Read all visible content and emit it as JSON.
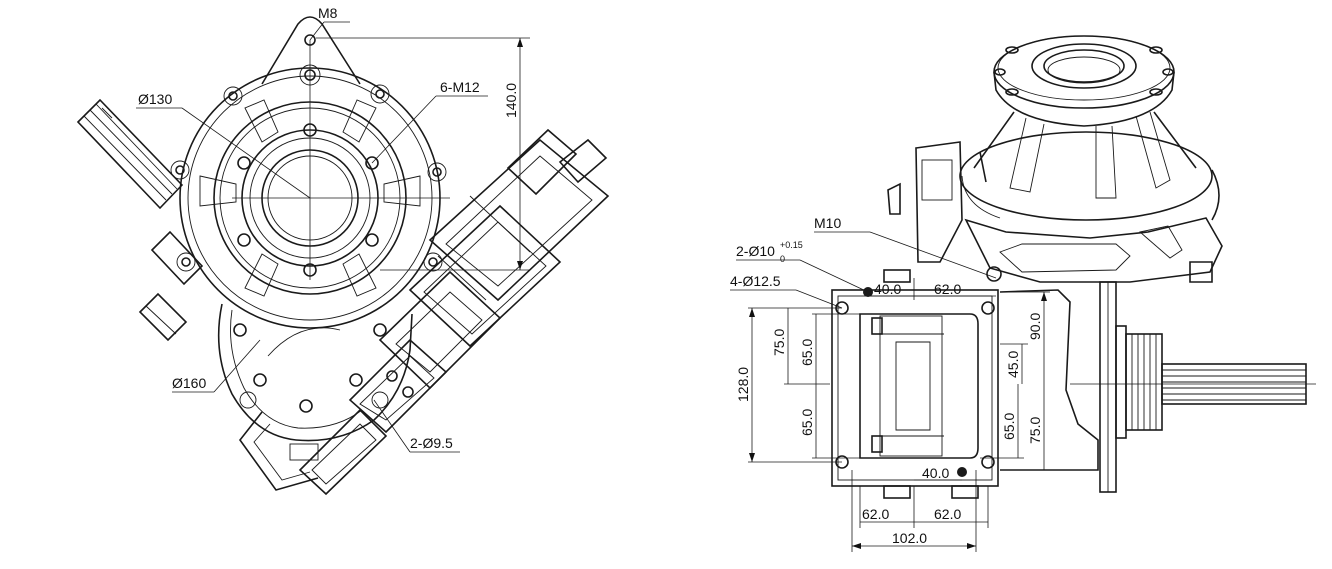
{
  "left_view": {
    "thread_top": "M8",
    "dia_130": "Ø130",
    "bolts_6": "6-M12",
    "height_140": "140.0",
    "dia_160": "Ø160",
    "holes_2": "2-Ø9.5"
  },
  "right_view": {
    "thread_m10": "M10",
    "pin_holes_base": "2-Ø10",
    "pin_tol_upper": "+0.15",
    "pin_tol_lower": "0",
    "holes_4": "4-Ø12.5",
    "dim_40_top": "40.0",
    "dim_62_top": "62.0",
    "dim_90": "90.0",
    "dim_45": "45.0",
    "dim_75_lt": "75.0",
    "dim_65_lt": "65.0",
    "dim_128": "128.0",
    "dim_65_lb": "65.0",
    "dim_65_r": "65.0",
    "dim_75_r": "75.0",
    "dim_40_bot": "40.0",
    "dim_62_bl": "62.0",
    "dim_62_br": "62.0",
    "dim_102": "102.0"
  }
}
